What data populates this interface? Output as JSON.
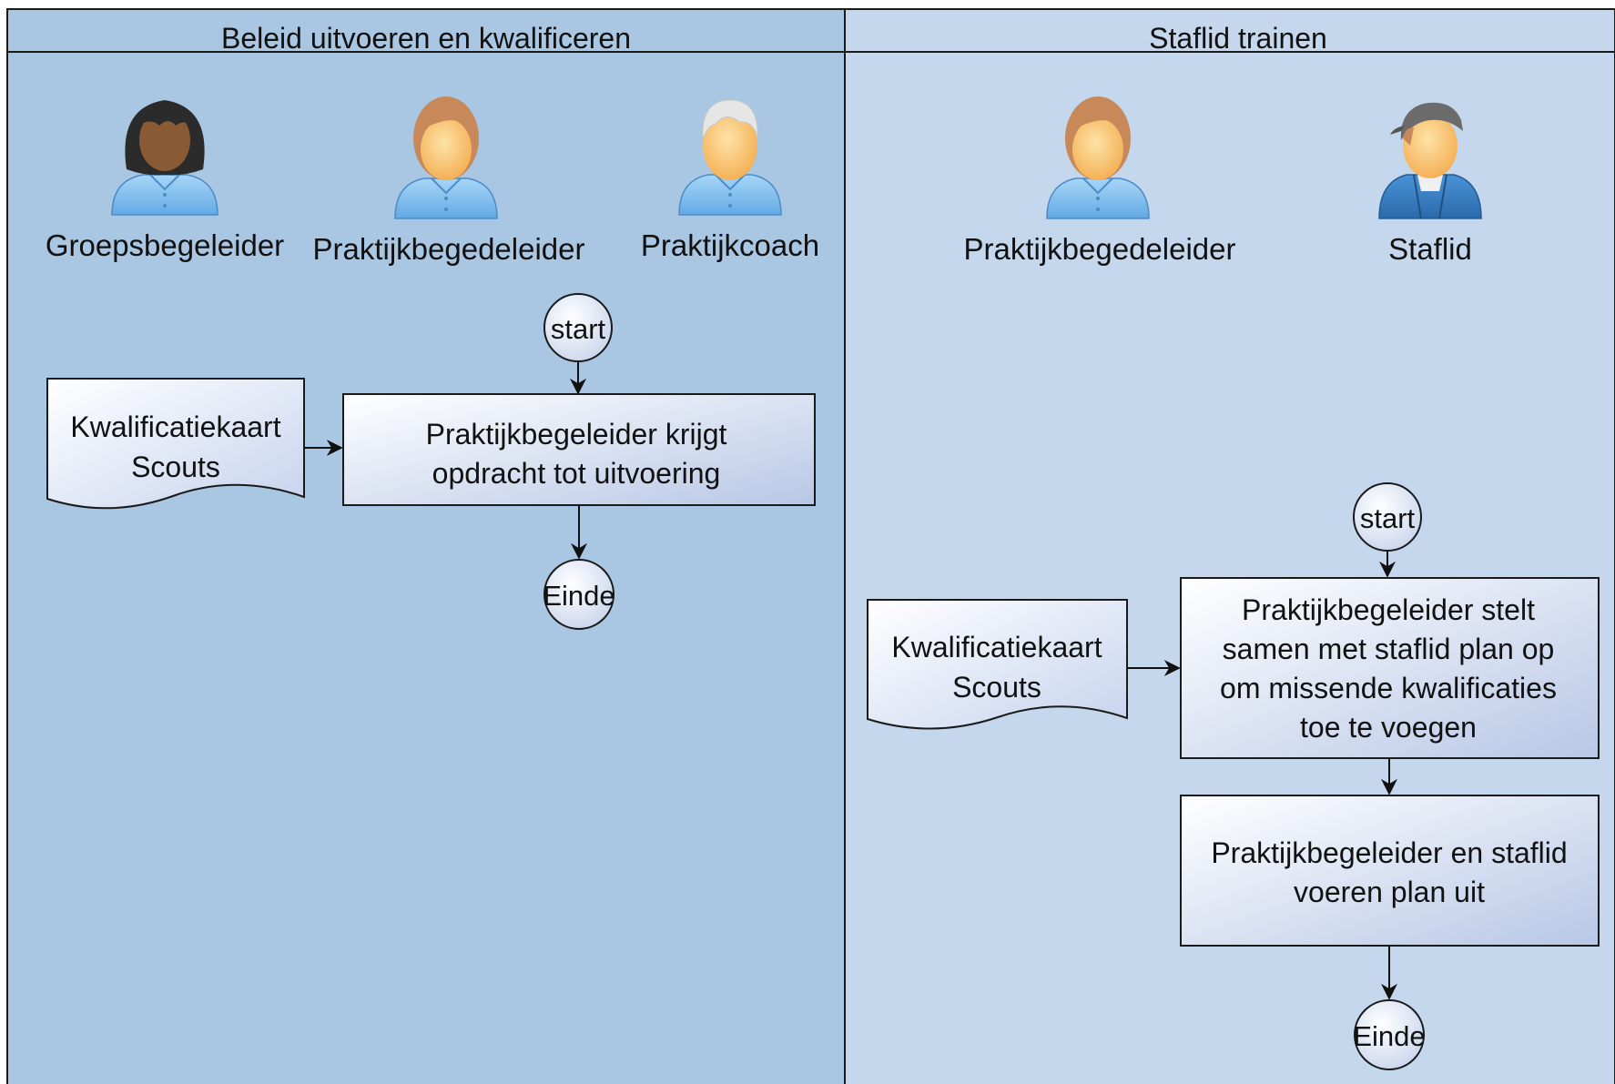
{
  "lanes": [
    {
      "title": "Beleid uitvoeren en kwalificeren",
      "color": "#a9c7e2",
      "actors": [
        {
          "label": "Groepsbegeleider",
          "icon": "female-user-icon"
        },
        {
          "label": "Praktijkbegedeleider",
          "icon": "user-icon"
        },
        {
          "label": "Praktijkcoach",
          "icon": "senior-user-icon"
        }
      ],
      "flow": {
        "start": "start",
        "document": [
          "Kwalificatiekaart",
          "Scouts"
        ],
        "process": [
          "Praktijkbegeleider krijgt",
          "opdracht tot uitvoering"
        ],
        "end": "Einde"
      }
    },
    {
      "title": "Staflid trainen",
      "color": "#c4d7ec",
      "actors": [
        {
          "label": "Praktijkbegedeleider",
          "icon": "user-icon"
        },
        {
          "label": "Staflid",
          "icon": "cap-user-icon"
        }
      ],
      "flow": {
        "start": "start",
        "document": [
          "Kwalificatiekaart",
          "Scouts"
        ],
        "process1": [
          "Praktijkbegeleider stelt",
          "samen met staflid plan op",
          "om missende kwalificaties",
          "toe te voegen"
        ],
        "process2": [
          "Praktijkbegeleider en staflid",
          "voeren plan uit"
        ],
        "end": "Einde"
      }
    }
  ],
  "colors": {
    "lane_border": "#1a1a1a",
    "box_gradient_start": "#ffffff",
    "box_gradient_end": "#b8c8e6",
    "shirt": "#86c2ef",
    "skin": "#f9be6a",
    "hair_brown": "#c8895a",
    "hair_dark": "#2b2b2b",
    "hair_white": "#e6e6e6",
    "hoodie": "#3b82c6"
  }
}
